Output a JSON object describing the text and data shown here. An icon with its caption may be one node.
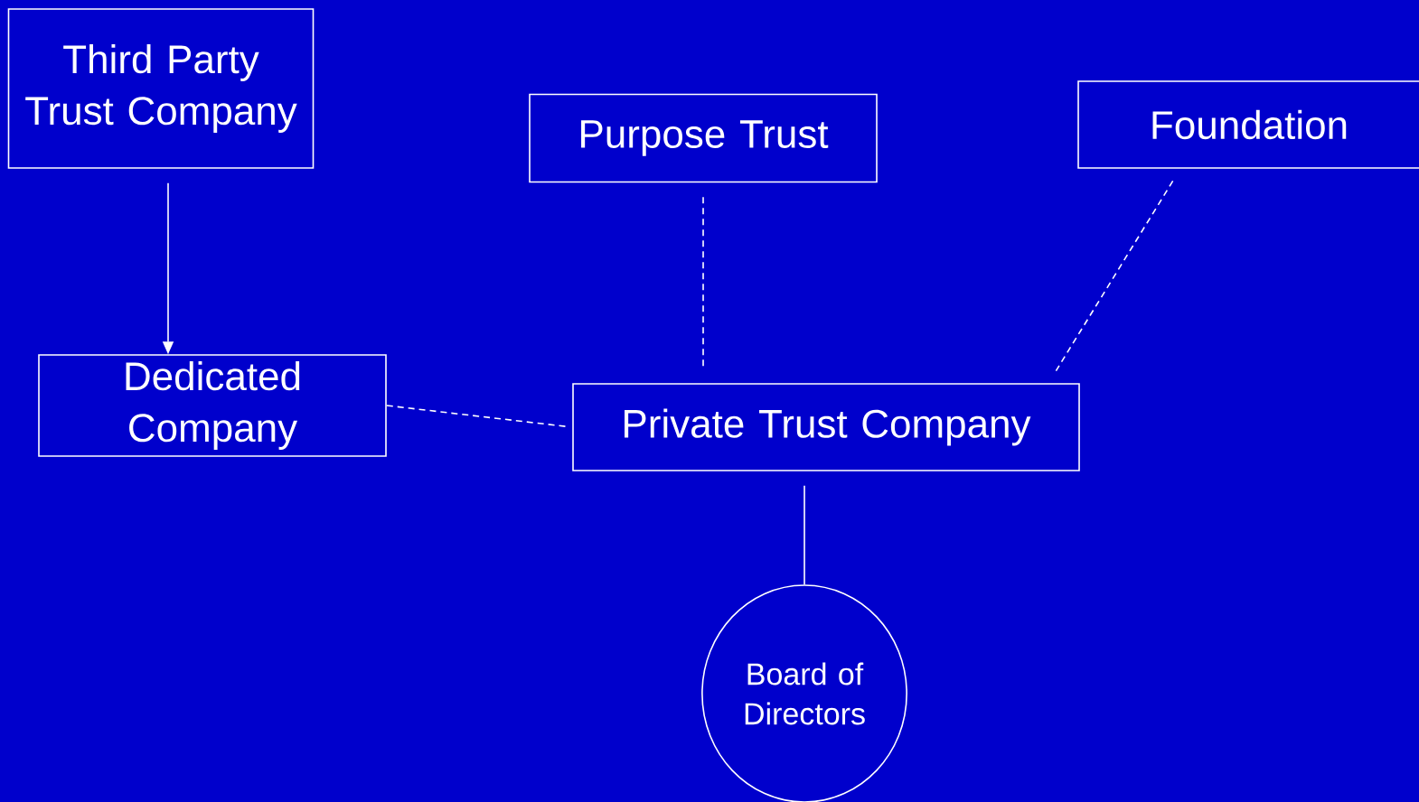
{
  "diagram": {
    "nodes": [
      {
        "text": [
          "Third Party Trust Company"
        ]
      },
      {
        "text": [
          "Purpose Trust"
        ]
      },
      {
        "text": [
          "Foundation"
        ]
      },
      {
        "text": [
          "Dedicated Company"
        ]
      },
      {
        "text": [
          "Private Trust Company"
        ]
      },
      {
        "text": [
          "Board of Directors"
        ]
      }
    ],
    "edges": [
      {
        "from": 0,
        "to": 3,
        "arrow": "to"
      },
      {
        "from": 1,
        "to": 4,
        "arrow": "none",
        "style": "dashed"
      },
      {
        "from": 2,
        "to": 4,
        "arrow": "none",
        "style": "dashed"
      },
      {
        "from": 3,
        "to": 4,
        "arrow": "none",
        "style": "dashed"
      },
      {
        "from": 4,
        "to": 5,
        "arrow": "none"
      }
    ]
  }
}
